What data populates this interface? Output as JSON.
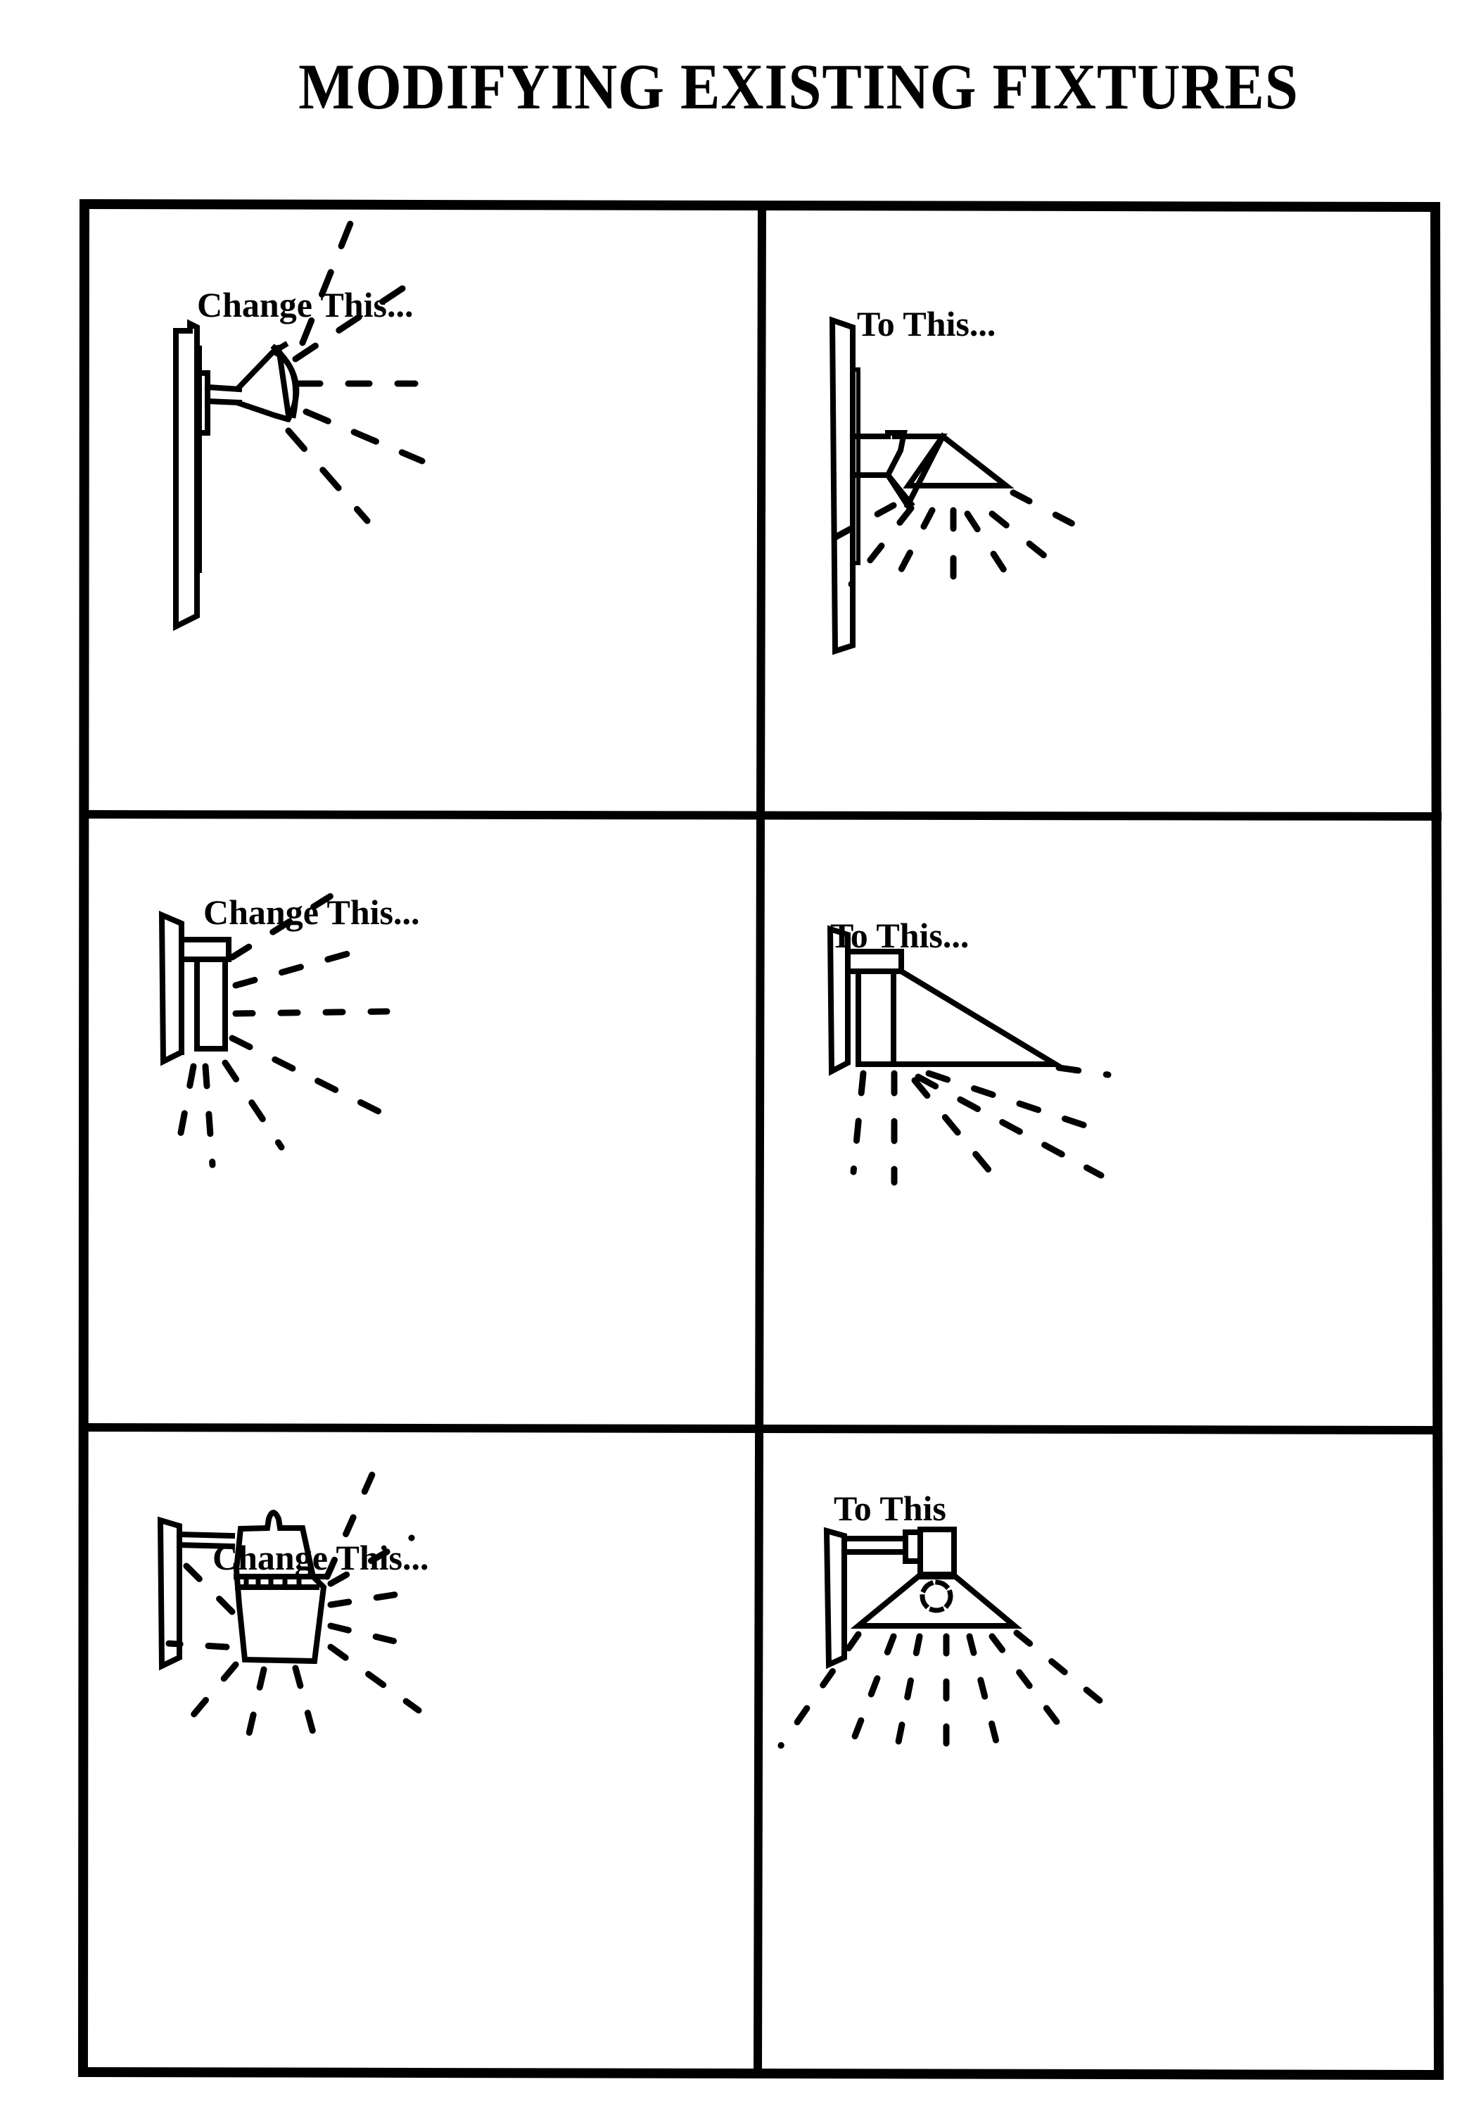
{
  "title": "MODIFYING EXISTING FIXTURES",
  "panels": [
    {
      "label": "Change This...",
      "role": "before",
      "fixture": "flood-lamp-bulb"
    },
    {
      "label": "To This...",
      "role": "after",
      "fixture": "shielded-angled-shade"
    },
    {
      "label": "Change This...",
      "role": "before",
      "fixture": "box-wall-pack"
    },
    {
      "label": "To This...",
      "role": "after",
      "fixture": "wall-pack-with-visor"
    },
    {
      "label": "Change This...",
      "role": "before",
      "fixture": "lantern-barn-light"
    },
    {
      "label": "To This",
      "role": "after",
      "fixture": "full-cutoff-cone-shade"
    }
  ],
  "colors": {
    "ink": "#000000",
    "paper": "#ffffff"
  }
}
